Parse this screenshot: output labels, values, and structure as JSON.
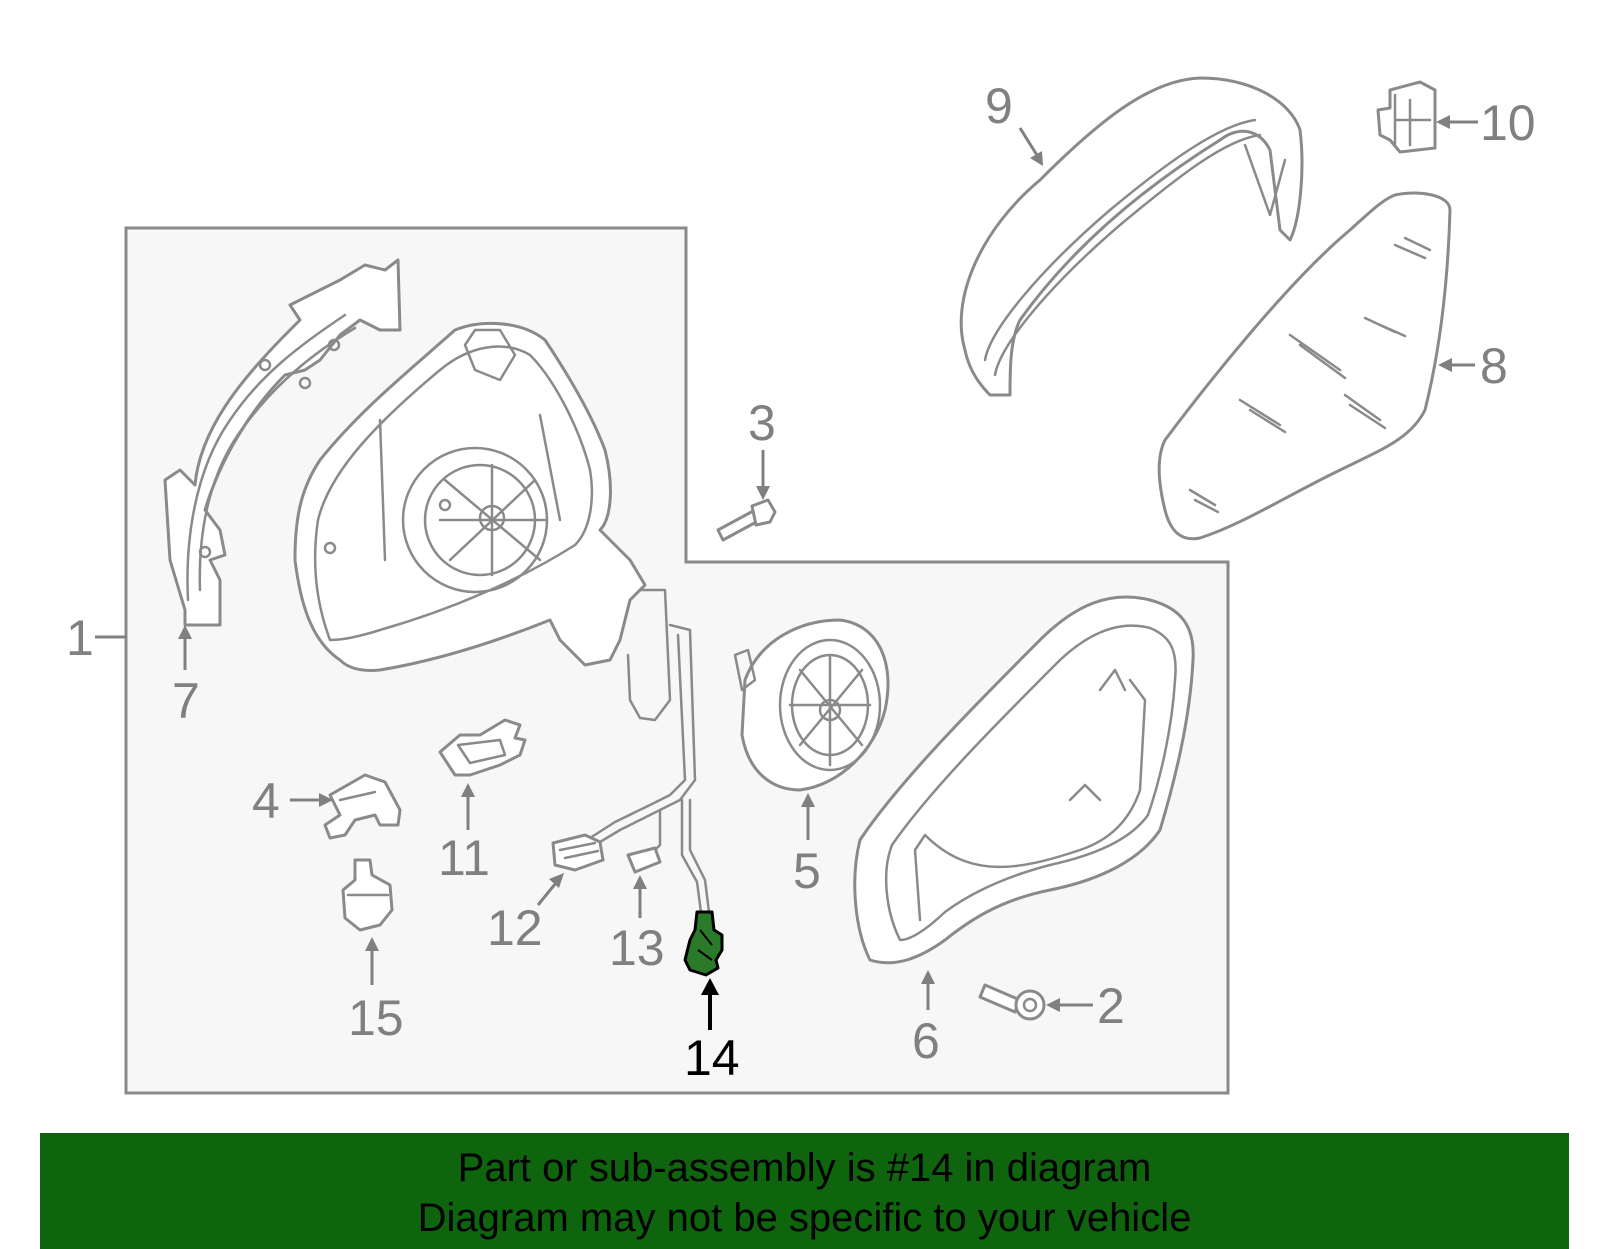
{
  "highlight_color": "#2a7a2a",
  "banner_color": "#0e650e",
  "callouts": {
    "c1": "1",
    "c2": "2",
    "c3": "3",
    "c4": "4",
    "c5": "5",
    "c6": "6",
    "c7": "7",
    "c8": "8",
    "c9": "9",
    "c10": "10",
    "c11": "11",
    "c12": "12",
    "c13": "13",
    "c14": "14",
    "c15": "15"
  },
  "highlighted_part": "14",
  "banner": {
    "line1": "Part or sub-assembly is #14 in diagram",
    "line2": "Diagram may not be specific to your vehicle"
  }
}
